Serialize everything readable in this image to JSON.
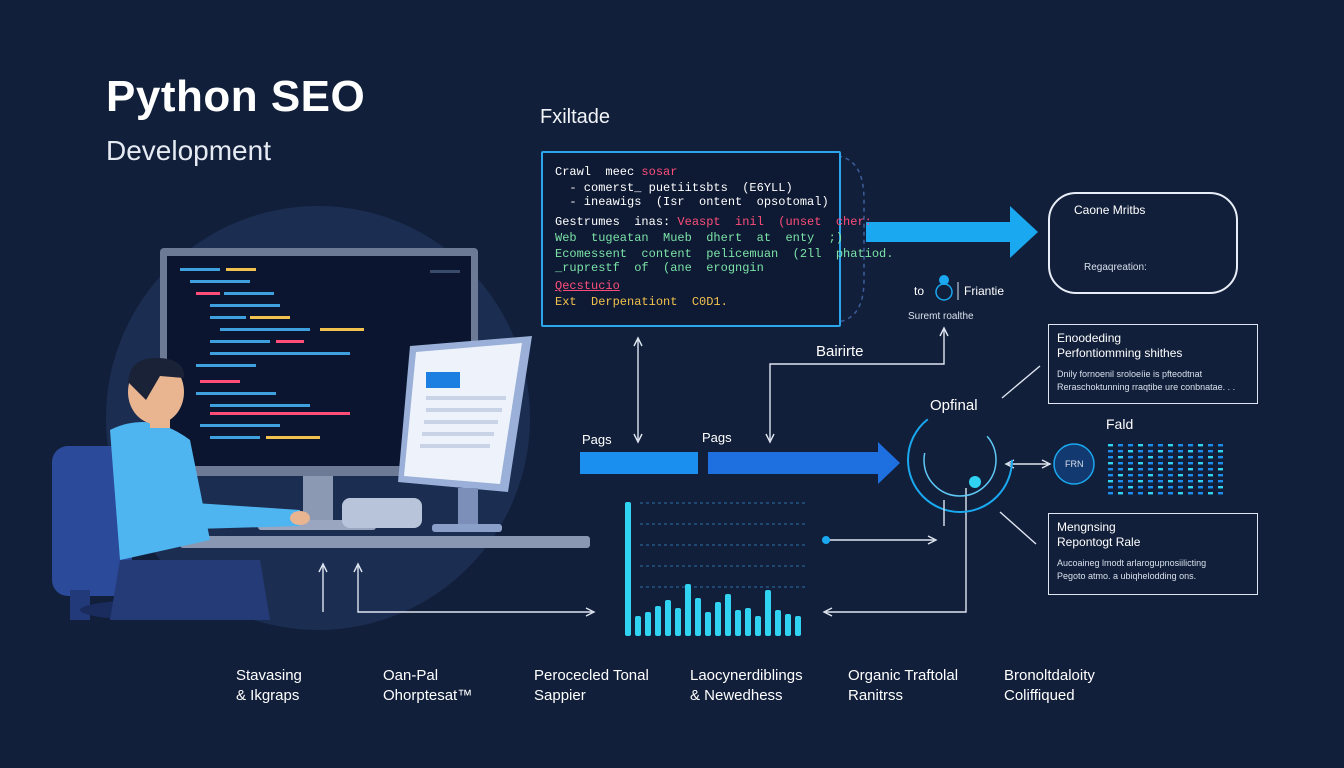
{
  "header": {
    "title": "Python SEO",
    "subtitle": "Development"
  },
  "flow": {
    "title": "Fxiltade",
    "code_box": {
      "lines": [
        {
          "text": "Crawl  meec",
          "accent": "sosar"
        },
        {
          "text": "  - comerst_ puetiitsbts  (E6YLL)"
        },
        {
          "text": "  - ineawigs  (Isr  ontent  opsotomal)"
        },
        {
          "text": "Gestrumes  inas:",
          "accent": "Veaspt  inil  (unset  cher:"
        },
        {
          "text": "Web  tugeatan  Mueb  dhert  at  enty  ;)"
        },
        {
          "text": "Ecomessent  content  pelicemuan  (2ll  phatiod."
        },
        {
          "text": "_ruprestf  of  (ane  erogngin"
        },
        {
          "text": "Qecstucio"
        },
        {
          "text": "Ext  Derpenationt  C0D1."
        }
      ]
    },
    "pill": {
      "title": "Caone Mritbs",
      "note": "Regaqreation:"
    },
    "to_label": "to",
    "node_label": "Friantie",
    "node_caption": "Suremt  roalthe",
    "bairte_label": "Bairirte",
    "pages_left": "Pags",
    "pages_right": "Pags",
    "optimal_label": "Opfinal",
    "fald_label": "Fald",
    "fald_node_text": "FRN",
    "panel_top": {
      "line1": "Enoodeding",
      "line2": "Perfontiomming shithes",
      "body1": "Dnily fornoenil sroloeíie is pfteodtnat",
      "body2": "Reraschoktunning rraqtibe ure conbnatae. . ."
    },
    "panel_bottom": {
      "line1": "Mengnsing",
      "line2": "Repontogt Rale",
      "body1": "Aucoaineg lmodt arlarogupnosiilicting",
      "body2": "Pegoto atmo. a ubiqhelodding ons."
    }
  },
  "bottom_labels": [
    {
      "line1": "Stavasing",
      "line2": "& Ikgraps"
    },
    {
      "line1": "Oan-Pal",
      "line2": "Ohorptesat™"
    },
    {
      "line1": "Perocecled Tonal",
      "line2": "Sappier"
    },
    {
      "line1": "Laocynerdiblings",
      "line2": "& Newedhess"
    },
    {
      "line1": "Organic Traftolal",
      "line2": "Ranitrss"
    },
    {
      "line1": "Bronoltdaloity",
      "line2": "Coliffiqued"
    }
  ],
  "colors": {
    "background": "#111f3a",
    "accent_blue": "#1aa8f0",
    "arrow_blue": "#1e6fe0",
    "bar_cyan": "#31d3f2",
    "code_pink": "#ff4d7a",
    "code_green": "#7be3a8",
    "code_yellow": "#f2c14e",
    "shirt": "#4fb5f0",
    "chair": "#2c4a9a"
  },
  "icons": [
    "person-pin-icon",
    "arrow-right-icon",
    "bar-chart-icon",
    "dot-matrix-icon"
  ]
}
